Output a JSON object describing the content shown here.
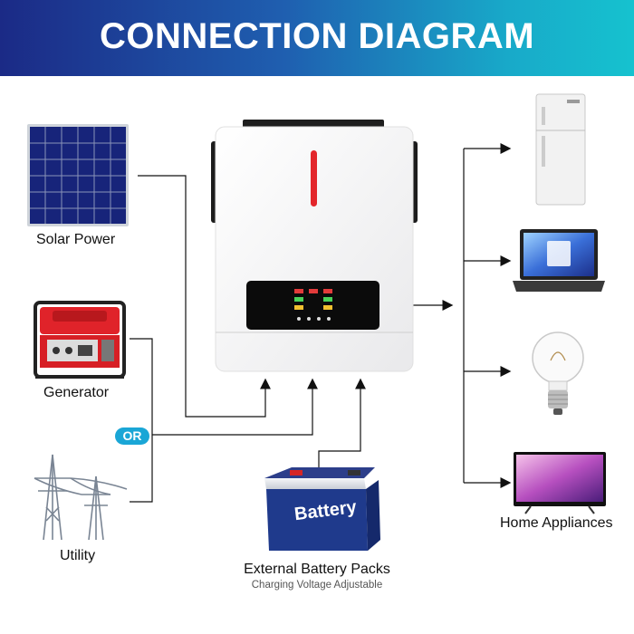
{
  "title": "CONNECTION DIAGRAM",
  "sources": {
    "solar": "Solar Power",
    "generator": "Generator",
    "utility": "Utility",
    "or": "OR"
  },
  "battery": {
    "brand_text": "Battery",
    "label": "External Battery Packs",
    "sublabel": "Charging Voltage Adjustable"
  },
  "outputs": {
    "label": "Home Appliances",
    "items": [
      "refrigerator",
      "laptop",
      "light bulb",
      "television"
    ]
  },
  "colors": {
    "banner_start": "#1b2a86",
    "banner_end": "#16c2cf",
    "accent_red": "#e3262b",
    "or_badge": "#1aa6d6",
    "battery_blue": "#1f3a8c"
  }
}
